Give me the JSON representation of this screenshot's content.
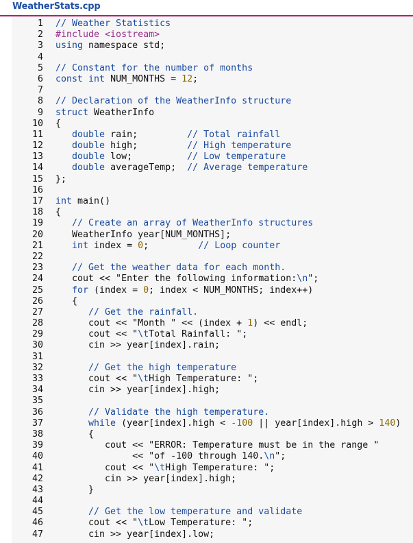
{
  "window": {
    "title": "WeatherStats.cpp"
  },
  "colors": {
    "comment": "#1a4ba0",
    "keyword": "#1a4ba0",
    "preprocessor": "#9b2c8c",
    "number": "#8a6a00",
    "title_underline": "#a4246b",
    "editor_bg": "#f6f6f6"
  },
  "lines": [
    {
      "n": "1",
      "tokens": [
        {
          "t": "// Weather Statistics",
          "c": "com"
        }
      ]
    },
    {
      "n": "2",
      "tokens": [
        {
          "t": "#include <iostream>",
          "c": "pre"
        }
      ]
    },
    {
      "n": "3",
      "tokens": [
        {
          "t": "using",
          "c": "kw"
        },
        {
          "t": " namespace std;",
          "c": ""
        }
      ]
    },
    {
      "n": "4",
      "tokens": []
    },
    {
      "n": "5",
      "tokens": [
        {
          "t": "// Constant for the number of months",
          "c": "com"
        }
      ]
    },
    {
      "n": "6",
      "tokens": [
        {
          "t": "const int",
          "c": "kw"
        },
        {
          "t": " NUM_MONTHS = ",
          "c": ""
        },
        {
          "t": "12",
          "c": "num"
        },
        {
          "t": ";",
          "c": ""
        }
      ]
    },
    {
      "n": "7",
      "tokens": []
    },
    {
      "n": "8",
      "tokens": [
        {
          "t": "// Declaration of the WeatherInfo structure",
          "c": "com"
        }
      ]
    },
    {
      "n": "9",
      "tokens": [
        {
          "t": "struct",
          "c": "kw"
        },
        {
          "t": " WeatherInfo",
          "c": ""
        }
      ]
    },
    {
      "n": "10",
      "tokens": [
        {
          "t": "{",
          "c": ""
        }
      ]
    },
    {
      "n": "11",
      "tokens": [
        {
          "t": "   double",
          "c": "kw"
        },
        {
          "t": " rain;         ",
          "c": ""
        },
        {
          "t": "// Total rainfall",
          "c": "com"
        }
      ]
    },
    {
      "n": "12",
      "tokens": [
        {
          "t": "   double",
          "c": "kw"
        },
        {
          "t": " high;         ",
          "c": ""
        },
        {
          "t": "// High temperature",
          "c": "com"
        }
      ]
    },
    {
      "n": "13",
      "tokens": [
        {
          "t": "   double",
          "c": "kw"
        },
        {
          "t": " low;          ",
          "c": ""
        },
        {
          "t": "// Low temperature",
          "c": "com"
        }
      ]
    },
    {
      "n": "14",
      "tokens": [
        {
          "t": "   double",
          "c": "kw"
        },
        {
          "t": " averageTemp;  ",
          "c": ""
        },
        {
          "t": "// Average temperature",
          "c": "com"
        }
      ]
    },
    {
      "n": "15",
      "tokens": [
        {
          "t": "};",
          "c": ""
        }
      ]
    },
    {
      "n": "16",
      "tokens": []
    },
    {
      "n": "17",
      "tokens": [
        {
          "t": "int",
          "c": "kw"
        },
        {
          "t": " main()",
          "c": ""
        }
      ]
    },
    {
      "n": "18",
      "tokens": [
        {
          "t": "{",
          "c": ""
        }
      ]
    },
    {
      "n": "19",
      "tokens": [
        {
          "t": "   // Create an array of WeatherInfo structures",
          "c": "com"
        }
      ]
    },
    {
      "n": "20",
      "tokens": [
        {
          "t": "   WeatherInfo year[NUM_MONTHS];",
          "c": ""
        }
      ]
    },
    {
      "n": "21",
      "tokens": [
        {
          "t": "   int",
          "c": "kw"
        },
        {
          "t": " index = ",
          "c": ""
        },
        {
          "t": "0",
          "c": "num"
        },
        {
          "t": ";         ",
          "c": ""
        },
        {
          "t": "// Loop counter",
          "c": "com"
        }
      ]
    },
    {
      "n": "22",
      "tokens": []
    },
    {
      "n": "23",
      "tokens": [
        {
          "t": "   // Get the weather data for each month.",
          "c": "com"
        }
      ]
    },
    {
      "n": "24",
      "tokens": [
        {
          "t": "   cout << \"Enter the following information:",
          "c": ""
        },
        {
          "t": "\\n",
          "c": "esc"
        },
        {
          "t": "\";",
          "c": ""
        }
      ]
    },
    {
      "n": "25",
      "tokens": [
        {
          "t": "   for",
          "c": "kw"
        },
        {
          "t": " (index = ",
          "c": ""
        },
        {
          "t": "0",
          "c": "num"
        },
        {
          "t": "; index < NUM_MONTHS; index++)",
          "c": ""
        }
      ]
    },
    {
      "n": "26",
      "tokens": [
        {
          "t": "   {",
          "c": ""
        }
      ]
    },
    {
      "n": "27",
      "tokens": [
        {
          "t": "      // Get the rainfall.",
          "c": "com"
        }
      ]
    },
    {
      "n": "28",
      "tokens": [
        {
          "t": "      cout << \"Month \" << (index + ",
          "c": ""
        },
        {
          "t": "1",
          "c": "num"
        },
        {
          "t": ") << endl;",
          "c": ""
        }
      ]
    },
    {
      "n": "29",
      "tokens": [
        {
          "t": "      cout << \"",
          "c": ""
        },
        {
          "t": "\\t",
          "c": "esc"
        },
        {
          "t": "Total Rainfall: \";",
          "c": ""
        }
      ]
    },
    {
      "n": "30",
      "tokens": [
        {
          "t": "      cin >> year[index].rain;",
          "c": ""
        }
      ]
    },
    {
      "n": "31",
      "tokens": []
    },
    {
      "n": "32",
      "tokens": [
        {
          "t": "      // Get the high temperature",
          "c": "com"
        }
      ]
    },
    {
      "n": "33",
      "tokens": [
        {
          "t": "      cout << \"",
          "c": ""
        },
        {
          "t": "\\t",
          "c": "esc"
        },
        {
          "t": "High Temperature: \";",
          "c": ""
        }
      ]
    },
    {
      "n": "34",
      "tokens": [
        {
          "t": "      cin >> year[index].high;",
          "c": ""
        }
      ]
    },
    {
      "n": "35",
      "tokens": []
    },
    {
      "n": "36",
      "tokens": [
        {
          "t": "      // Validate the high temperature.",
          "c": "com"
        }
      ]
    },
    {
      "n": "37",
      "tokens": [
        {
          "t": "      while",
          "c": "kw"
        },
        {
          "t": " (year[index].high < ",
          "c": ""
        },
        {
          "t": "-100",
          "c": "num"
        },
        {
          "t": " || year[index].high > ",
          "c": ""
        },
        {
          "t": "140",
          "c": "num"
        },
        {
          "t": ")",
          "c": ""
        }
      ]
    },
    {
      "n": "38",
      "tokens": [
        {
          "t": "      {",
          "c": ""
        }
      ]
    },
    {
      "n": "39",
      "tokens": [
        {
          "t": "         cout << \"ERROR: Temperature must be in the range \"",
          "c": ""
        }
      ]
    },
    {
      "n": "40",
      "tokens": [
        {
          "t": "              << \"of -100 through 140.",
          "c": ""
        },
        {
          "t": "\\n",
          "c": "esc"
        },
        {
          "t": "\";",
          "c": ""
        }
      ]
    },
    {
      "n": "41",
      "tokens": [
        {
          "t": "         cout << \"",
          "c": ""
        },
        {
          "t": "\\t",
          "c": "esc"
        },
        {
          "t": "High Temperature: \";",
          "c": ""
        }
      ]
    },
    {
      "n": "42",
      "tokens": [
        {
          "t": "         cin >> year[index].high;",
          "c": ""
        }
      ]
    },
    {
      "n": "43",
      "tokens": [
        {
          "t": "      }",
          "c": ""
        }
      ]
    },
    {
      "n": "44",
      "tokens": []
    },
    {
      "n": "45",
      "tokens": [
        {
          "t": "      // Get the low temperature and validate",
          "c": "com"
        }
      ]
    },
    {
      "n": "46",
      "tokens": [
        {
          "t": "      cout << \"",
          "c": ""
        },
        {
          "t": "\\t",
          "c": "esc"
        },
        {
          "t": "Low Temperature: \";",
          "c": ""
        }
      ]
    },
    {
      "n": "47",
      "tokens": [
        {
          "t": "      cin >> year[index].low;",
          "c": ""
        }
      ]
    }
  ]
}
